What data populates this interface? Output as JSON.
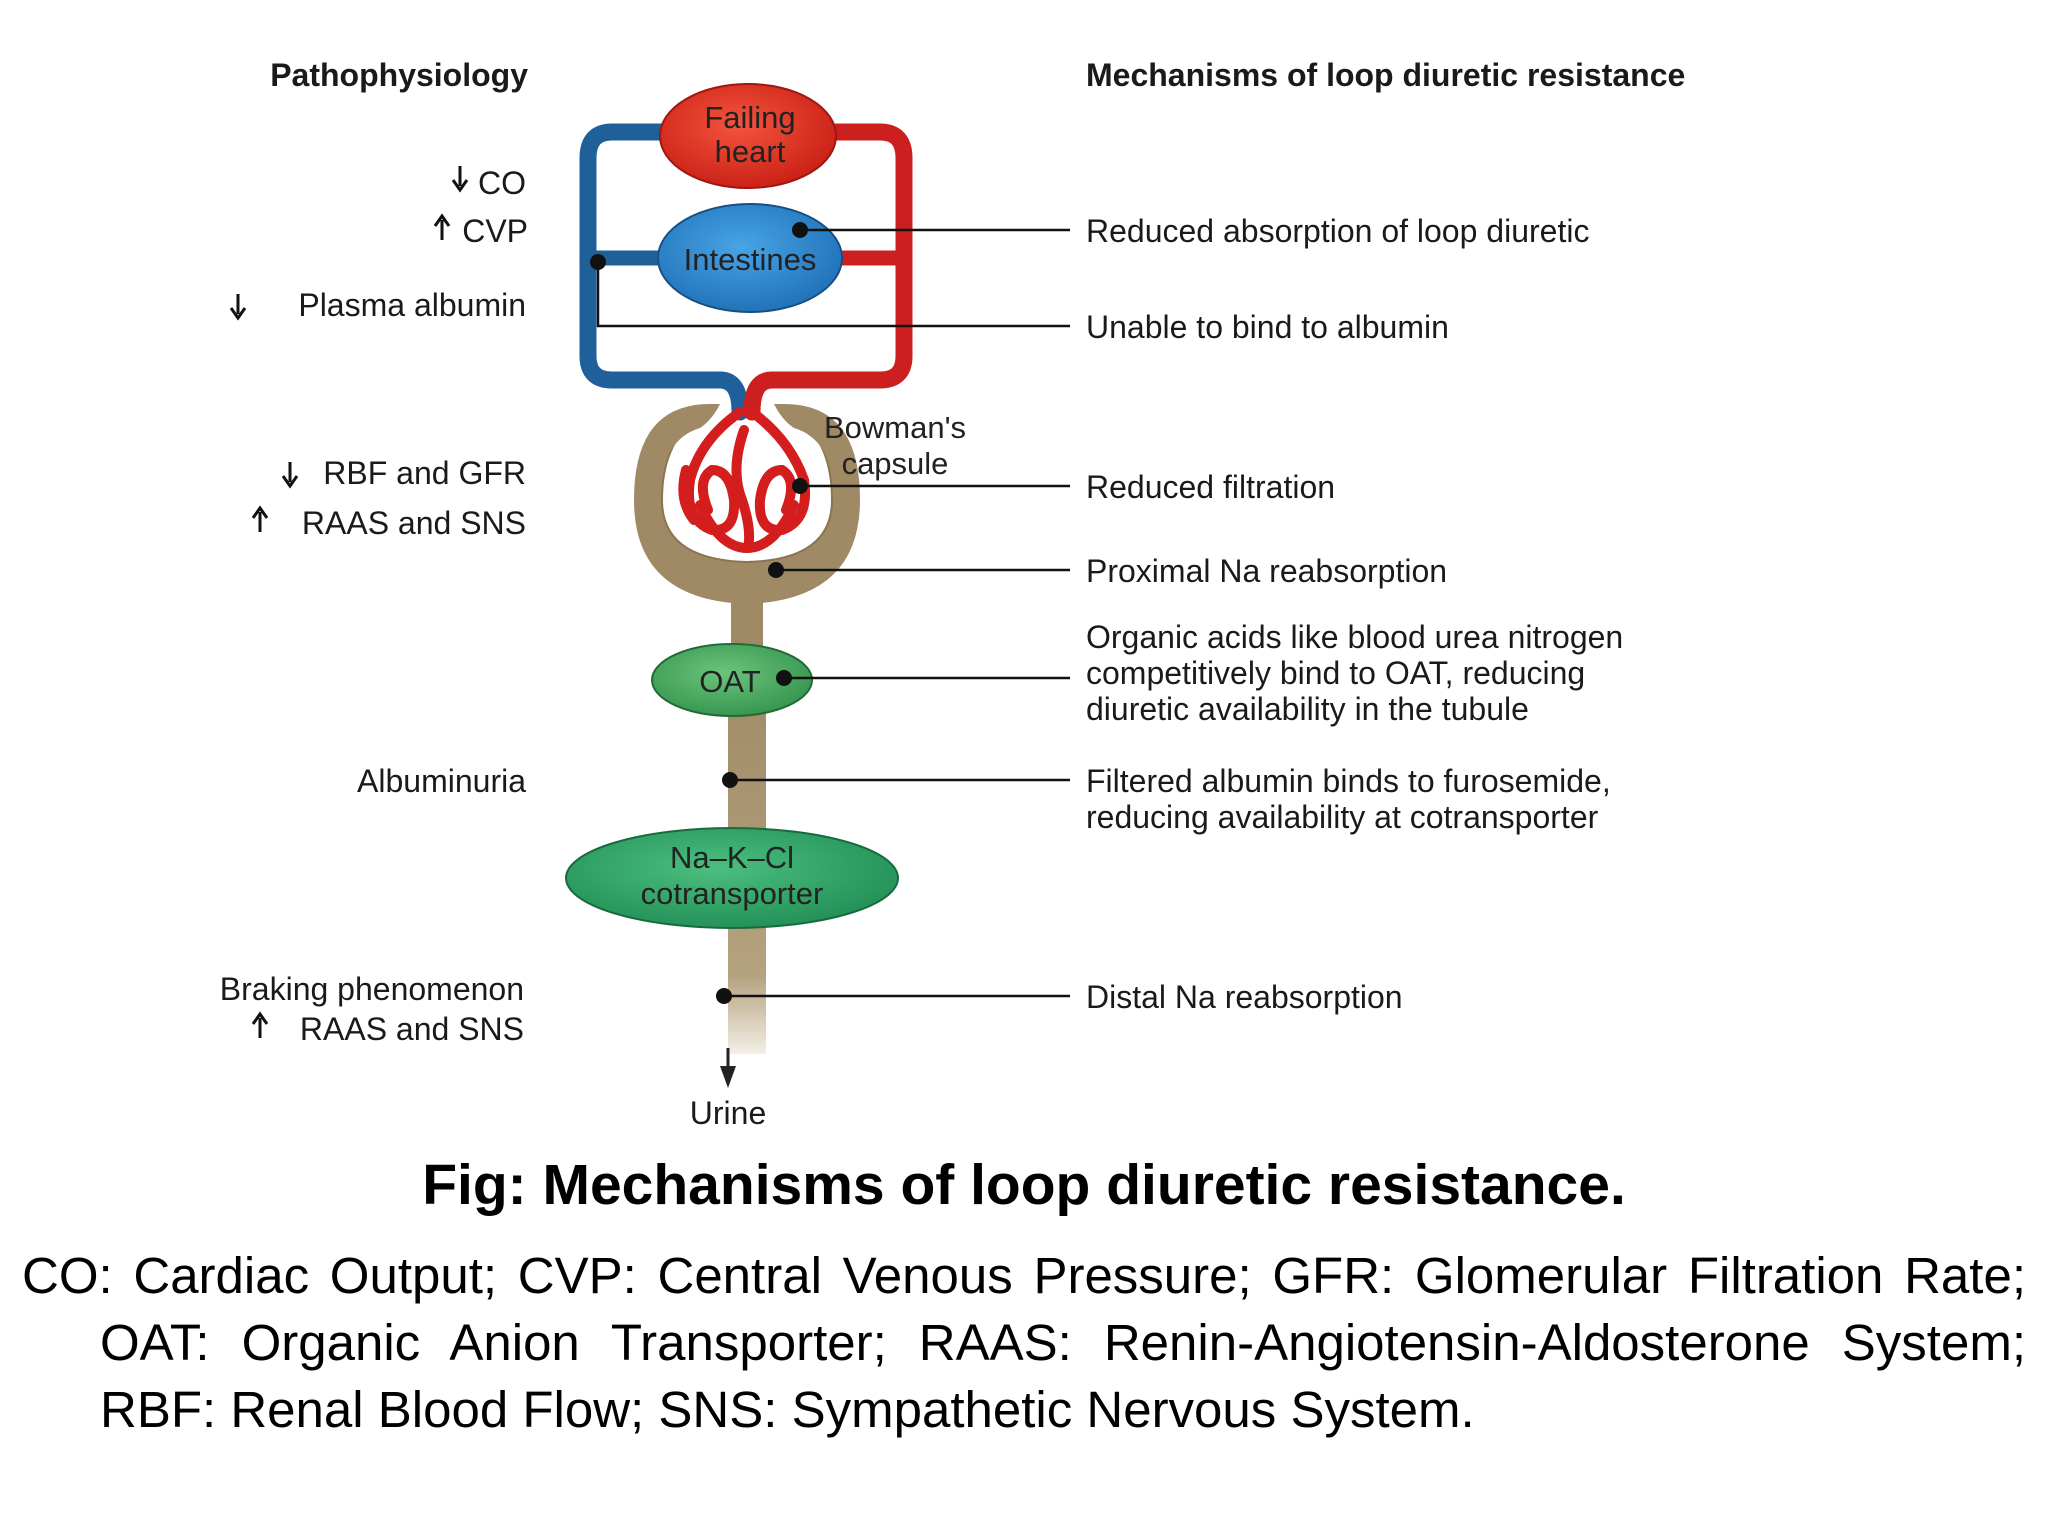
{
  "headers": {
    "left": "Pathophysiology",
    "right": "Mechanisms of loop diuretic resistance"
  },
  "organs": {
    "heart": [
      "Failing",
      "heart"
    ],
    "intestines": "Intestines",
    "bowman": [
      "Bowman's",
      "capsule"
    ],
    "oat": "OAT",
    "nkcc": [
      "Na–K–Cl",
      "cotransporter"
    ],
    "urine": "Urine"
  },
  "pathophysiology": [
    {
      "arrow": "down",
      "text": "CO"
    },
    {
      "arrow": "up",
      "text": "CVP"
    },
    {
      "arrow": "down",
      "text": "Plasma albumin"
    },
    {
      "arrow": "down",
      "text": "RBF and GFR"
    },
    {
      "arrow": "up",
      "text": "RAAS and SNS"
    },
    {
      "arrow": "none",
      "text": "Albuminuria"
    },
    {
      "arrow": "none",
      "text": "Braking phenomenon"
    },
    {
      "arrow": "up",
      "text": "RAAS and SNS"
    }
  ],
  "mechanisms": [
    [
      "Reduced absorption of loop diuretic"
    ],
    [
      "Unable to bind to albumin"
    ],
    [
      "Reduced filtration"
    ],
    [
      "Proximal Na reabsorption"
    ],
    [
      "Organic acids like blood urea nitrogen",
      "competitively bind to OAT, reducing",
      "diuretic availability in the tubule"
    ],
    [
      "Filtered albumin binds to furosemide,",
      "reducing availability at cotransporter"
    ],
    [
      "Distal Na reabsorption"
    ]
  ],
  "caption": {
    "title": "Fig: Mechanisms of loop diuretic resistance.",
    "abbreviations": "CO: Cardiac Output; CVP: Central Venous Pressure; GFR: Glomerular Filtration Rate; OAT: Organic Anion Transporter; RAAS: Renin-Angiotensin-Aldosterone System; RBF: Renal Blood Flow; SNS: Sympathetic Nervous System."
  },
  "colors": {
    "venous_blue": "#1f5f9a",
    "arterial_red": "#cc1f1f",
    "heart_fill": "#e8301f",
    "intestine_fill": "#2f8ad4",
    "capsule_tan": "#a08a66",
    "oat_green": "#3ea85a",
    "nkcc_green": "#2f9c62"
  }
}
